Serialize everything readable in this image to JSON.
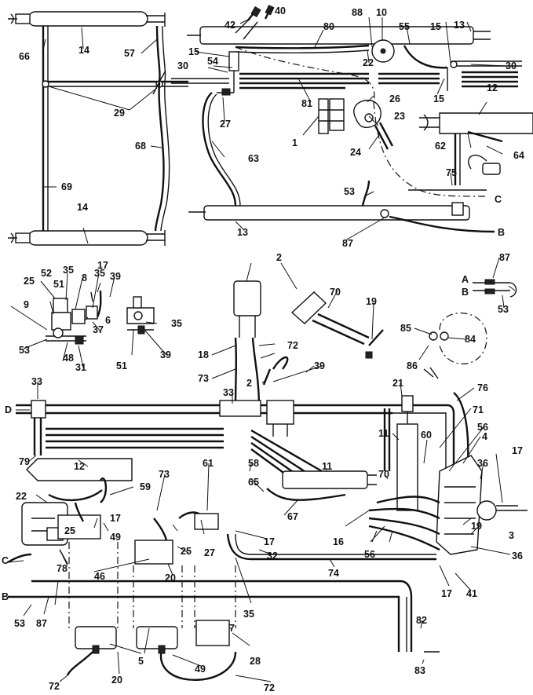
{
  "labels": [
    {
      "id": "14a",
      "text": "14"
    },
    {
      "id": "66",
      "text": "66"
    },
    {
      "id": "57",
      "text": "57"
    },
    {
      "id": "29",
      "text": "29"
    },
    {
      "id": "68",
      "text": "68"
    },
    {
      "id": "69",
      "text": "69"
    },
    {
      "id": "14b",
      "text": "14"
    },
    {
      "id": "42",
      "text": "42"
    },
    {
      "id": "40",
      "text": "40"
    },
    {
      "id": "88",
      "text": "88"
    },
    {
      "id": "10",
      "text": "10"
    },
    {
      "id": "55",
      "text": "55"
    },
    {
      "id": "15a",
      "text": "15"
    },
    {
      "id": "13a",
      "text": "13"
    },
    {
      "id": "80",
      "text": "80"
    },
    {
      "id": "15b",
      "text": "15"
    },
    {
      "id": "54",
      "text": "54"
    },
    {
      "id": "22a",
      "text": "22"
    },
    {
      "id": "30a",
      "text": "30"
    },
    {
      "id": "30b",
      "text": "30"
    },
    {
      "id": "15c",
      "text": "15"
    },
    {
      "id": "12a",
      "text": "12"
    },
    {
      "id": "81",
      "text": "81"
    },
    {
      "id": "26",
      "text": "26"
    },
    {
      "id": "27a",
      "text": "27"
    },
    {
      "id": "23",
      "text": "23"
    },
    {
      "id": "1",
      "text": "1"
    },
    {
      "id": "24",
      "text": "24"
    },
    {
      "id": "62",
      "text": "62"
    },
    {
      "id": "64",
      "text": "64"
    },
    {
      "id": "63",
      "text": "63"
    },
    {
      "id": "75",
      "text": "75"
    },
    {
      "id": "53a",
      "text": "53"
    },
    {
      "id": "Ca",
      "text": "C"
    },
    {
      "id": "Ba",
      "text": "B"
    },
    {
      "id": "87a",
      "text": "87"
    },
    {
      "id": "13b",
      "text": "13"
    },
    {
      "id": "2a",
      "text": "2"
    },
    {
      "id": "87b",
      "text": "87"
    },
    {
      "id": "A",
      "text": "A"
    },
    {
      "id": "Bb",
      "text": "B"
    },
    {
      "id": "53b",
      "text": "53"
    },
    {
      "id": "17a",
      "text": "17"
    },
    {
      "id": "52",
      "text": "52"
    },
    {
      "id": "35a",
      "text": "35"
    },
    {
      "id": "8",
      "text": "8"
    },
    {
      "id": "35b",
      "text": "35"
    },
    {
      "id": "39a",
      "text": "39"
    },
    {
      "id": "25a",
      "text": "25"
    },
    {
      "id": "51a",
      "text": "51"
    },
    {
      "id": "9",
      "text": "9"
    },
    {
      "id": "6",
      "text": "6"
    },
    {
      "id": "37",
      "text": "37"
    },
    {
      "id": "35c",
      "text": "35"
    },
    {
      "id": "53c",
      "text": "53"
    },
    {
      "id": "48",
      "text": "48"
    },
    {
      "id": "51b",
      "text": "51"
    },
    {
      "id": "39b",
      "text": "39"
    },
    {
      "id": "31",
      "text": "31"
    },
    {
      "id": "70a",
      "text": "70"
    },
    {
      "id": "19a",
      "text": "19"
    },
    {
      "id": "85",
      "text": "85"
    },
    {
      "id": "84",
      "text": "84"
    },
    {
      "id": "86",
      "text": "86"
    },
    {
      "id": "72a",
      "text": "72"
    },
    {
      "id": "18",
      "text": "18"
    },
    {
      "id": "73a",
      "text": "73"
    },
    {
      "id": "2b",
      "text": "2"
    },
    {
      "id": "39c",
      "text": "39"
    },
    {
      "id": "33a",
      "text": "33"
    },
    {
      "id": "D",
      "text": "D"
    },
    {
      "id": "33b",
      "text": "33"
    },
    {
      "id": "21",
      "text": "21"
    },
    {
      "id": "76",
      "text": "76"
    },
    {
      "id": "71",
      "text": "71"
    },
    {
      "id": "11a",
      "text": "11"
    },
    {
      "id": "60",
      "text": "60"
    },
    {
      "id": "56a",
      "text": "56"
    },
    {
      "id": "4",
      "text": "4"
    },
    {
      "id": "79",
      "text": "79"
    },
    {
      "id": "12b",
      "text": "12"
    },
    {
      "id": "61",
      "text": "61"
    },
    {
      "id": "58",
      "text": "58"
    },
    {
      "id": "11b",
      "text": "11"
    },
    {
      "id": "36a",
      "text": "36"
    },
    {
      "id": "17b",
      "text": "17"
    },
    {
      "id": "73b",
      "text": "73"
    },
    {
      "id": "70b",
      "text": "70"
    },
    {
      "id": "22b",
      "text": "22"
    },
    {
      "id": "59",
      "text": "59"
    },
    {
      "id": "65",
      "text": "65"
    },
    {
      "id": "67",
      "text": "67"
    },
    {
      "id": "19b",
      "text": "19"
    },
    {
      "id": "17c",
      "text": "17"
    },
    {
      "id": "16",
      "text": "16"
    },
    {
      "id": "3",
      "text": "3"
    },
    {
      "id": "25b",
      "text": "25"
    },
    {
      "id": "49a",
      "text": "49"
    },
    {
      "id": "27b",
      "text": "27"
    },
    {
      "id": "17d",
      "text": "17"
    },
    {
      "id": "25c",
      "text": "25"
    },
    {
      "id": "56b",
      "text": "56"
    },
    {
      "id": "32",
      "text": "32"
    },
    {
      "id": "78",
      "text": "78"
    },
    {
      "id": "Cb",
      "text": "C"
    },
    {
      "id": "46",
      "text": "46"
    },
    {
      "id": "20a",
      "text": "20"
    },
    {
      "id": "36b",
      "text": "36"
    },
    {
      "id": "74",
      "text": "74"
    },
    {
      "id": "Bc",
      "text": "B"
    },
    {
      "id": "35d",
      "text": "35"
    },
    {
      "id": "17e",
      "text": "17"
    },
    {
      "id": "41",
      "text": "41"
    },
    {
      "id": "53d",
      "text": "53"
    },
    {
      "id": "87c",
      "text": "87"
    },
    {
      "id": "82",
      "text": "82"
    },
    {
      "id": "7",
      "text": "7"
    },
    {
      "id": "28",
      "text": "28"
    },
    {
      "id": "5",
      "text": "5"
    },
    {
      "id": "83",
      "text": "83"
    },
    {
      "id": "20b",
      "text": "20"
    },
    {
      "id": "49b",
      "text": "49"
    },
    {
      "id": "72b",
      "text": "72"
    },
    {
      "id": "72c",
      "text": "72"
    }
  ]
}
